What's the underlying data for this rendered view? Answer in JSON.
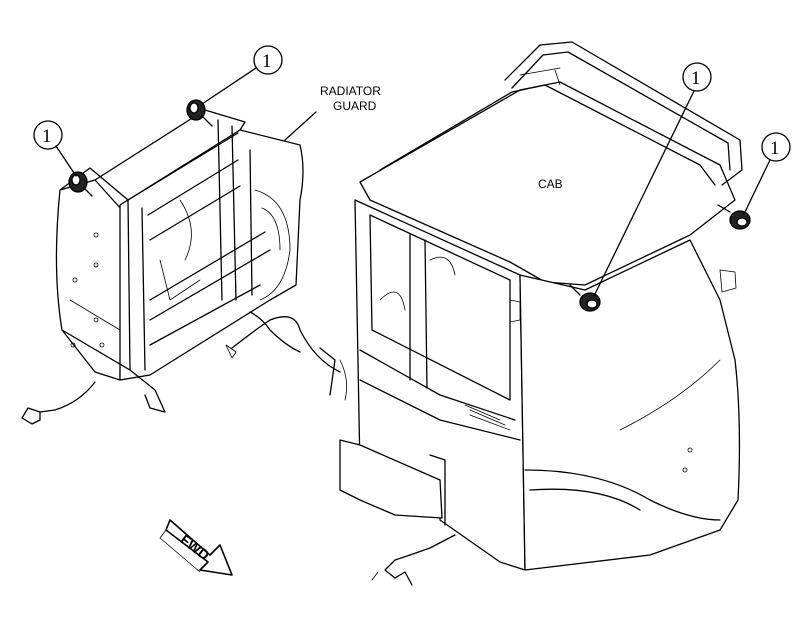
{
  "labels": {
    "radiator_guard_line1": "RADIATOR",
    "radiator_guard_line2": "GUARD",
    "cab": "CAB",
    "fwd": "FWD"
  },
  "callouts": [
    "1",
    "1",
    "1",
    "1"
  ],
  "icons": [
    "forward-arrow-icon",
    "light-fixture-icon"
  ]
}
